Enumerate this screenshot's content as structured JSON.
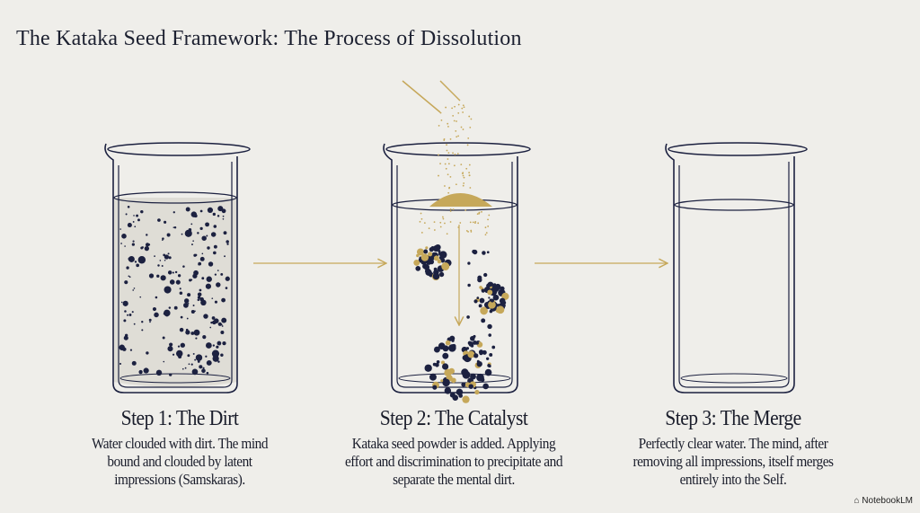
{
  "title": "The Kataka Seed Framework: The Process of Dissolution",
  "steps": [
    {
      "heading": "Step 1: The Dirt",
      "text": "Water clouded with dirt. The mind bound and clouded by latent impressions (Samskaras)."
    },
    {
      "heading": "Step 2: The Catalyst",
      "text": "Kataka seed powder is added. Applying effort and discrimination to precipitate and separate the mental dirt."
    },
    {
      "heading": "Step 3: The Merge",
      "text": "Perfectly clear water. The mind, after removing all impressions, itself merges entirely into the Self."
    }
  ],
  "brand": "NotebookLM",
  "colors": {
    "ink": "#1c2140",
    "gold": "#c6a85a",
    "background": "#efeeea"
  }
}
